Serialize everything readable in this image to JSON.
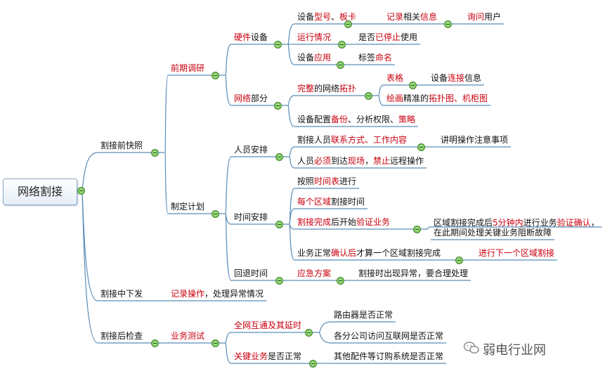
{
  "root": "网络割接",
  "nodes": [
    {
      "id": "pre",
      "segs": [
        [
          "割接前快照",
          0
        ]
      ]
    },
    {
      "id": "research",
      "segs": [
        [
          "前期调研",
          1
        ]
      ]
    },
    {
      "id": "hw",
      "segs": [
        [
          "硬件",
          1
        ],
        [
          "设备",
          0
        ]
      ]
    },
    {
      "id": "hw1",
      "segs": [
        [
          "设备",
          0
        ],
        [
          "型号",
          1
        ],
        [
          "、",
          0
        ],
        [
          "板卡",
          1
        ]
      ]
    },
    {
      "id": "hw1a",
      "segs": [
        [
          "记录",
          1
        ],
        [
          "相关",
          0
        ],
        [
          "信息",
          1
        ]
      ]
    },
    {
      "id": "hw1b",
      "segs": [
        [
          "询问",
          1
        ],
        [
          "用户",
          0
        ]
      ]
    },
    {
      "id": "hw2",
      "segs": [
        [
          "运行情况",
          1
        ]
      ]
    },
    {
      "id": "hw2a",
      "segs": [
        [
          "是否",
          0
        ],
        [
          "已停止",
          1
        ],
        [
          "使用",
          0
        ]
      ]
    },
    {
      "id": "hw3",
      "segs": [
        [
          "设备",
          0
        ],
        [
          "应用",
          1
        ]
      ]
    },
    {
      "id": "hw3a",
      "segs": [
        [
          "标签",
          0
        ],
        [
          "命名",
          1
        ]
      ]
    },
    {
      "id": "net",
      "segs": [
        [
          "网络",
          1
        ],
        [
          "部分",
          0
        ]
      ]
    },
    {
      "id": "net1",
      "segs": [
        [
          "完整",
          1
        ],
        [
          "的网络",
          0
        ],
        [
          "拓扑",
          1
        ]
      ]
    },
    {
      "id": "net1a",
      "segs": [
        [
          "表格",
          1
        ]
      ]
    },
    {
      "id": "net1a1",
      "segs": [
        [
          "设备",
          0
        ],
        [
          "连接",
          1
        ],
        [
          "信息",
          0
        ]
      ]
    },
    {
      "id": "net1b",
      "segs": [
        [
          "绘画",
          1
        ],
        [
          "精准的",
          0
        ],
        [
          "拓扑图、机柜图",
          1
        ]
      ]
    },
    {
      "id": "net2",
      "segs": [
        [
          "设备配置",
          0
        ],
        [
          "备份",
          1
        ],
        [
          "、分析权限、",
          0
        ],
        [
          "策略",
          1
        ]
      ]
    },
    {
      "id": "plan",
      "segs": [
        [
          "制定计划",
          0
        ]
      ]
    },
    {
      "id": "staff",
      "segs": [
        [
          "人员安排",
          0
        ]
      ]
    },
    {
      "id": "staff1",
      "segs": [
        [
          "割接人员",
          0
        ],
        [
          "联系方式、工作内容",
          1
        ]
      ]
    },
    {
      "id": "staff1a",
      "segs": [
        [
          "讲明操作注意事项",
          0
        ]
      ]
    },
    {
      "id": "staff2",
      "segs": [
        [
          "人员",
          0
        ],
        [
          "必须",
          1
        ],
        [
          "到达",
          0
        ],
        [
          "现场",
          1
        ],
        [
          "，",
          0
        ],
        [
          "禁止",
          1
        ],
        [
          "远程操作",
          0
        ]
      ]
    },
    {
      "id": "time",
      "segs": [
        [
          "时间安排",
          0
        ]
      ]
    },
    {
      "id": "time1",
      "segs": [
        [
          "按照",
          0
        ],
        [
          "时间表",
          1
        ],
        [
          "进行",
          0
        ]
      ]
    },
    {
      "id": "time2",
      "segs": [
        [
          "每个区域",
          1
        ],
        [
          "割接时间",
          0
        ]
      ]
    },
    {
      "id": "time3",
      "segs": [
        [
          "割接完成",
          1
        ],
        [
          "后开始",
          0
        ],
        [
          "验证业务",
          1
        ]
      ]
    },
    {
      "id": "time3a",
      "segs": [
        [
          "区域割接完成后",
          0
        ],
        [
          "5分钟内",
          1
        ],
        [
          "进行业务",
          0
        ],
        [
          "验证确认",
          1
        ],
        [
          "，",
          0
        ]
      ]
    },
    {
      "id": "time3b",
      "segs": [
        [
          "在此期间处理关键业务阻断故障",
          0
        ]
      ]
    },
    {
      "id": "time4",
      "segs": [
        [
          "业务正常",
          0
        ],
        [
          "确认后",
          1
        ],
        [
          "才算一个区域割接完成",
          0
        ]
      ]
    },
    {
      "id": "time4a",
      "segs": [
        [
          "进行下一个",
          1
        ],
        [
          "区域割接",
          1
        ]
      ]
    },
    {
      "id": "rollback",
      "segs": [
        [
          "回退时间",
          0
        ]
      ]
    },
    {
      "id": "rb1",
      "segs": [
        [
          "应急方案",
          1
        ]
      ]
    },
    {
      "id": "rb1a",
      "segs": [
        [
          "割接时出现异常，要合理处理",
          0
        ]
      ]
    },
    {
      "id": "mid",
      "segs": [
        [
          "割接中下发",
          0
        ]
      ]
    },
    {
      "id": "mid1",
      "segs": [
        [
          "记录操作",
          1
        ],
        [
          "，处理异常情况",
          0
        ]
      ]
    },
    {
      "id": "post",
      "segs": [
        [
          "割接后检查",
          0
        ]
      ]
    },
    {
      "id": "biz",
      "segs": [
        [
          "业务测试",
          1
        ]
      ]
    },
    {
      "id": "biz1",
      "segs": [
        [
          "全网互通及其延时",
          1
        ]
      ]
    },
    {
      "id": "biz1a",
      "segs": [
        [
          "路由器是否正常",
          0
        ]
      ]
    },
    {
      "id": "biz1b",
      "segs": [
        [
          "各分公司访问互联网是否正常",
          0
        ]
      ]
    },
    {
      "id": "biz2",
      "segs": [
        [
          "关键业务",
          1
        ],
        [
          "是否正常",
          0
        ]
      ]
    },
    {
      "id": "biz2a",
      "segs": [
        [
          "其他配件等订购系统是否正常",
          0
        ]
      ]
    }
  ],
  "watermark": "弱电行业网",
  "colors": {
    "line": "#5b8db8",
    "accent": "#c8000f",
    "collapse": "#62b144"
  }
}
